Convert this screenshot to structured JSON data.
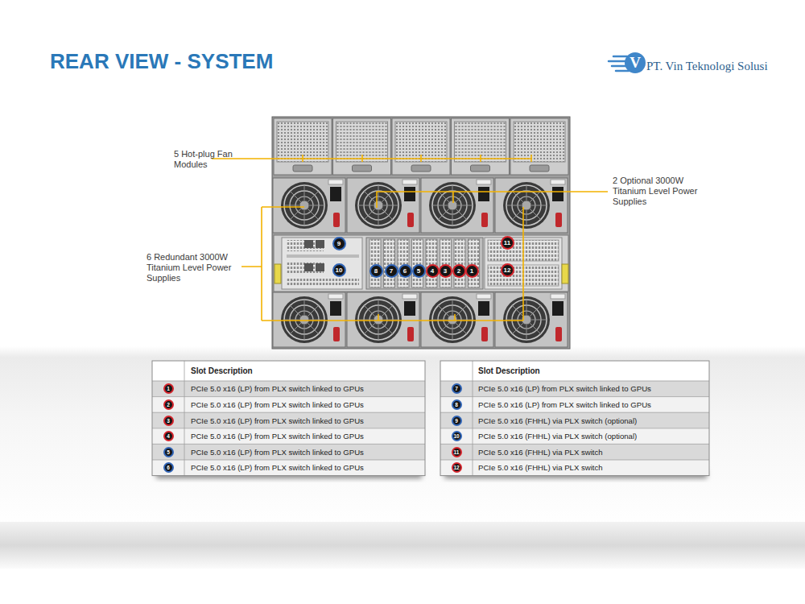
{
  "diagram": {
    "title": "REAR VIEW - SYSTEM",
    "labels": [
      "V",
      "PT. Vin Teknologi Solusi",
      "5 Hot-plug Fan Modules",
      "2 Optional 3000W Titanium Level Power Supplies",
      "6 Redundant 3000W Titanium Level Power Supplies",
      "9",
      "11",
      "10",
      "8",
      "7",
      "6",
      "5",
      "4",
      "3",
      "2",
      "1",
      "12",
      "Slot Description",
      "1",
      "PCIe 5.0 x16 (LP) from PLX switch linked to GPUs",
      "2",
      "PCIe 5.0 x16 (LP) from PLX switch linked to GPUs",
      "3",
      "PCIe 5.0 x16 (LP) from PLX switch linked to GPUs",
      "4",
      "PCIe 5.0 x16 (LP) from PLX switch linked to GPUs",
      "5",
      "PCIe 5.0 x16 (LP) from PLX switch linked to GPUs",
      "6",
      "PCIe 5.0 x16 (LP) from PLX switch linked to GPUs",
      "Slot Description",
      "7",
      "PCIe 5.0 x16 (LP) from PLX switch linked to GPUs",
      "8",
      "PCIe 5.0 x16 (LP) from PLX switch linked to GPUs",
      "9",
      "PCIe 5.0 x16 (FHHL) via PLX switch (optional)",
      "10",
      "PCIe 5.0 x16 (FHHL) via PLX switch (optional)",
      "11",
      "PCIe 5.0 x16 (FHHL) via PLX switch",
      "12",
      "PCIe 5.0 x16 (FHHL) via PLX switch"
    ]
  }
}
